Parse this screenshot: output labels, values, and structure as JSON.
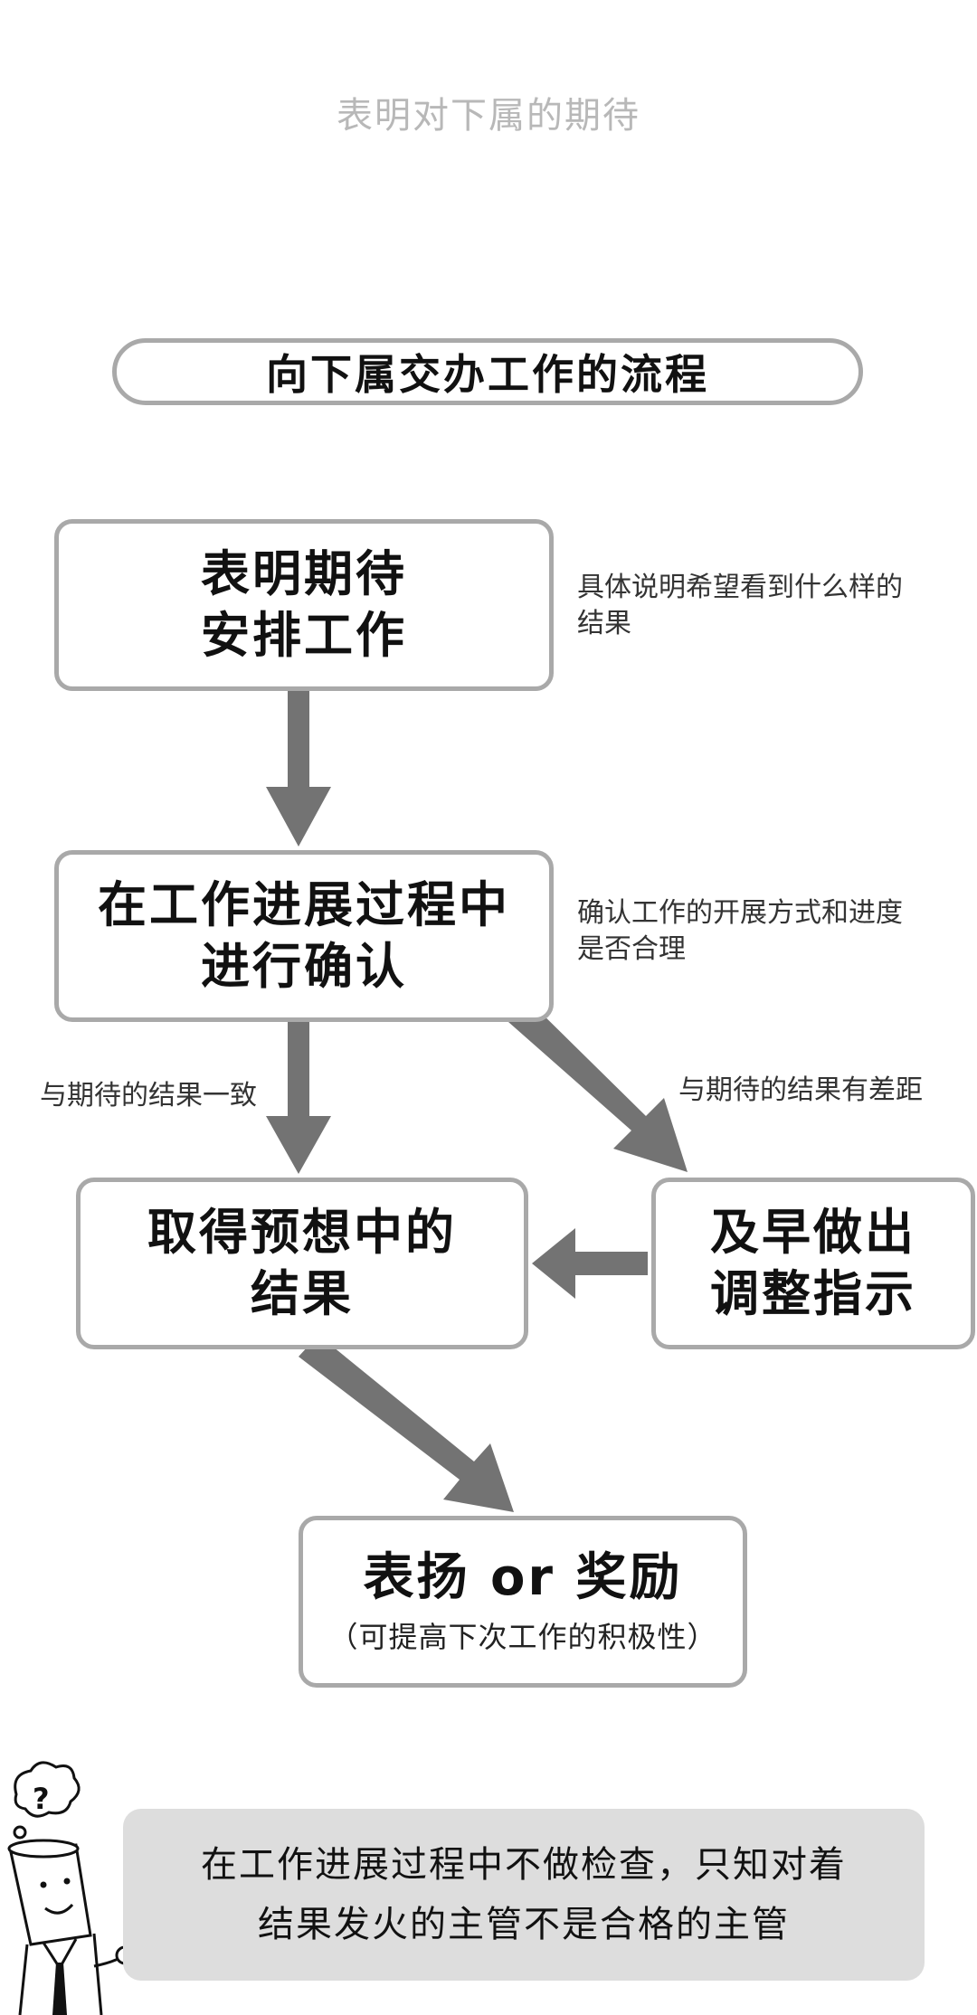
{
  "caption": "表明对下属的期待",
  "flow_title": "向下属交办工作的流程",
  "steps": {
    "expect": {
      "line1": "表明期待",
      "line2": "安排工作",
      "note_line1": "具体说明希望看到什么样的",
      "note_line2": "结果"
    },
    "confirm": {
      "line1": "在工作进展过程中",
      "line2": "进行确认",
      "note_line1": "确认工作的开展方式和进度",
      "note_line2": "是否合理"
    },
    "result": {
      "line1": "取得预想中的",
      "line2": "结果"
    },
    "adjust": {
      "line1": "及早做出",
      "line2": "调整指示"
    },
    "praise": {
      "line1": "表扬 or 奖励",
      "sub": "（可提高下次工作的积极性）"
    }
  },
  "branch_labels": {
    "match": "与期待的结果一致",
    "gap": "与期待的结果有差距"
  },
  "tip": {
    "line1": "在工作进展过程中不做检查，只知对着",
    "line2": "结果发火的主管不是合格的主管"
  },
  "colors": {
    "arrow": "#737373",
    "border": "#a9a9a9",
    "tip_bg": "#dddddd",
    "caption": "#b8b8b8"
  }
}
